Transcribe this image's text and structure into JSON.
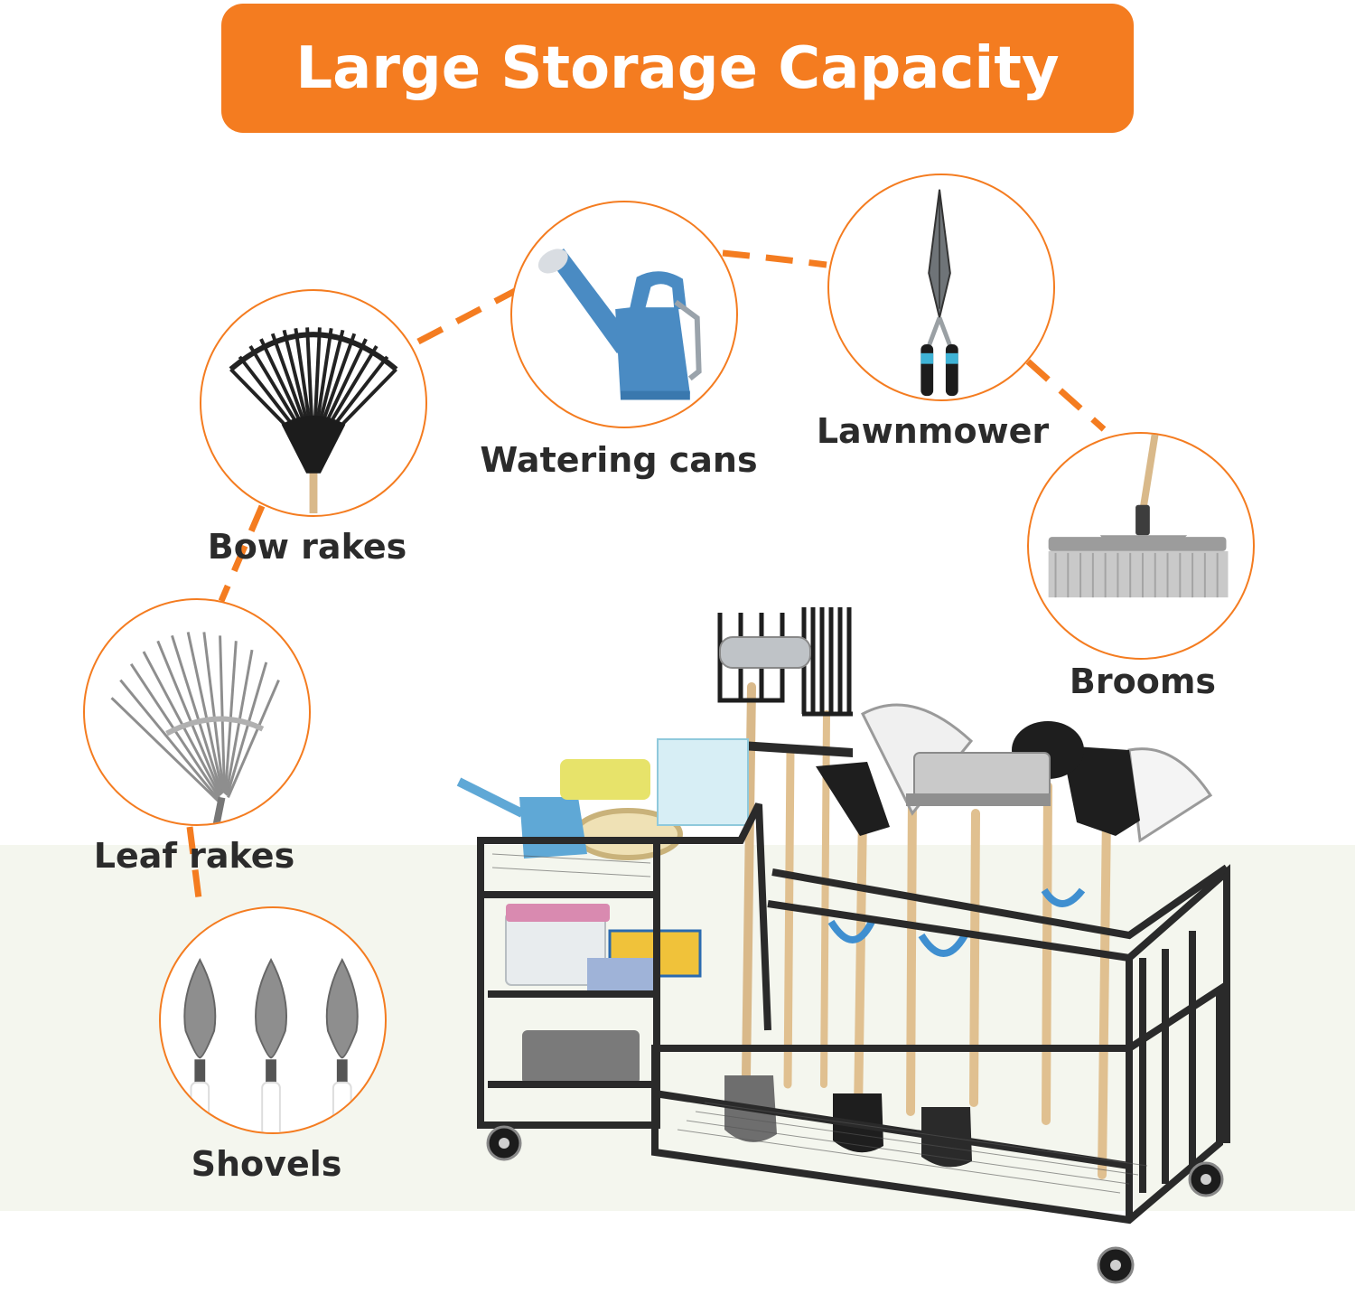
{
  "banner": {
    "title": "Large Storage Capacity",
    "color": "#f47c20"
  },
  "tools": [
    {
      "label": "Bow rakes",
      "icon": "bow-rake-icon"
    },
    {
      "label": "Watering cans",
      "icon": "watering-can-icon"
    },
    {
      "label": "Lawnmower",
      "icon": "hedge-shears-icon"
    },
    {
      "label": "Brooms",
      "icon": "broom-icon"
    },
    {
      "label": "Leaf rakes",
      "icon": "leaf-rake-icon"
    },
    {
      "label": "Shovels",
      "icon": "trowel-icon"
    }
  ],
  "product": {
    "icon": "garden-tool-storage-cart-illustration"
  },
  "colors": {
    "accent": "#f47c20",
    "text": "#2b2b2b",
    "frame": "#2a2a2a",
    "floor": "#f4f6ee"
  }
}
